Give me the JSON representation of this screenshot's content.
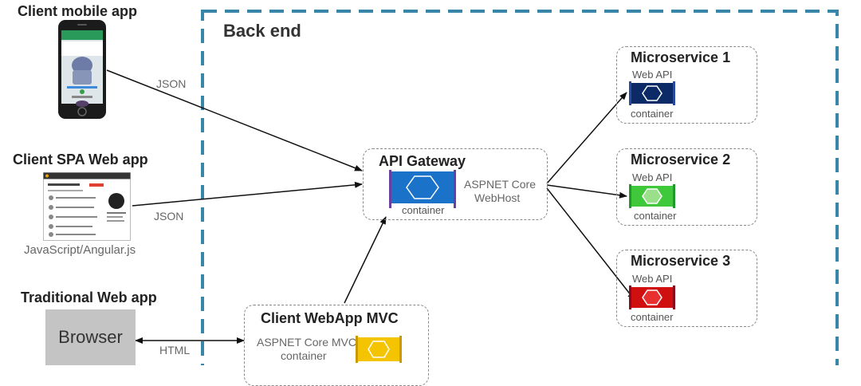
{
  "clients": {
    "mobile_title": "Client mobile app",
    "spa_title": "Client SPA Web app",
    "spa_caption": "JavaScript/Angular.js",
    "traditional_title": "Traditional Web app",
    "browser_label": "Browser"
  },
  "edges": {
    "json_mobile": "JSON",
    "json_spa": "JSON",
    "html": "HTML"
  },
  "backend": {
    "title": "Back end"
  },
  "gateway": {
    "title": "API Gateway",
    "host_line1": "ASPNET Core",
    "host_line2": "WebHost",
    "container_label": "container",
    "color": "#1a72c9"
  },
  "webapp_mvc": {
    "title": "Client WebApp MVC",
    "line1": "ASPNET Core MVC",
    "line2": "container",
    "color": "#f5c400"
  },
  "microservices": [
    {
      "title": "Microservice 1",
      "api": "Web API",
      "container": "container",
      "color": "#0c2a66"
    },
    {
      "title": "Microservice 2",
      "api": "Web API",
      "container": "container",
      "color": "#3ec83a"
    },
    {
      "title": "Microservice 3",
      "api": "Web API",
      "container": "container",
      "color": "#d01010"
    }
  ]
}
